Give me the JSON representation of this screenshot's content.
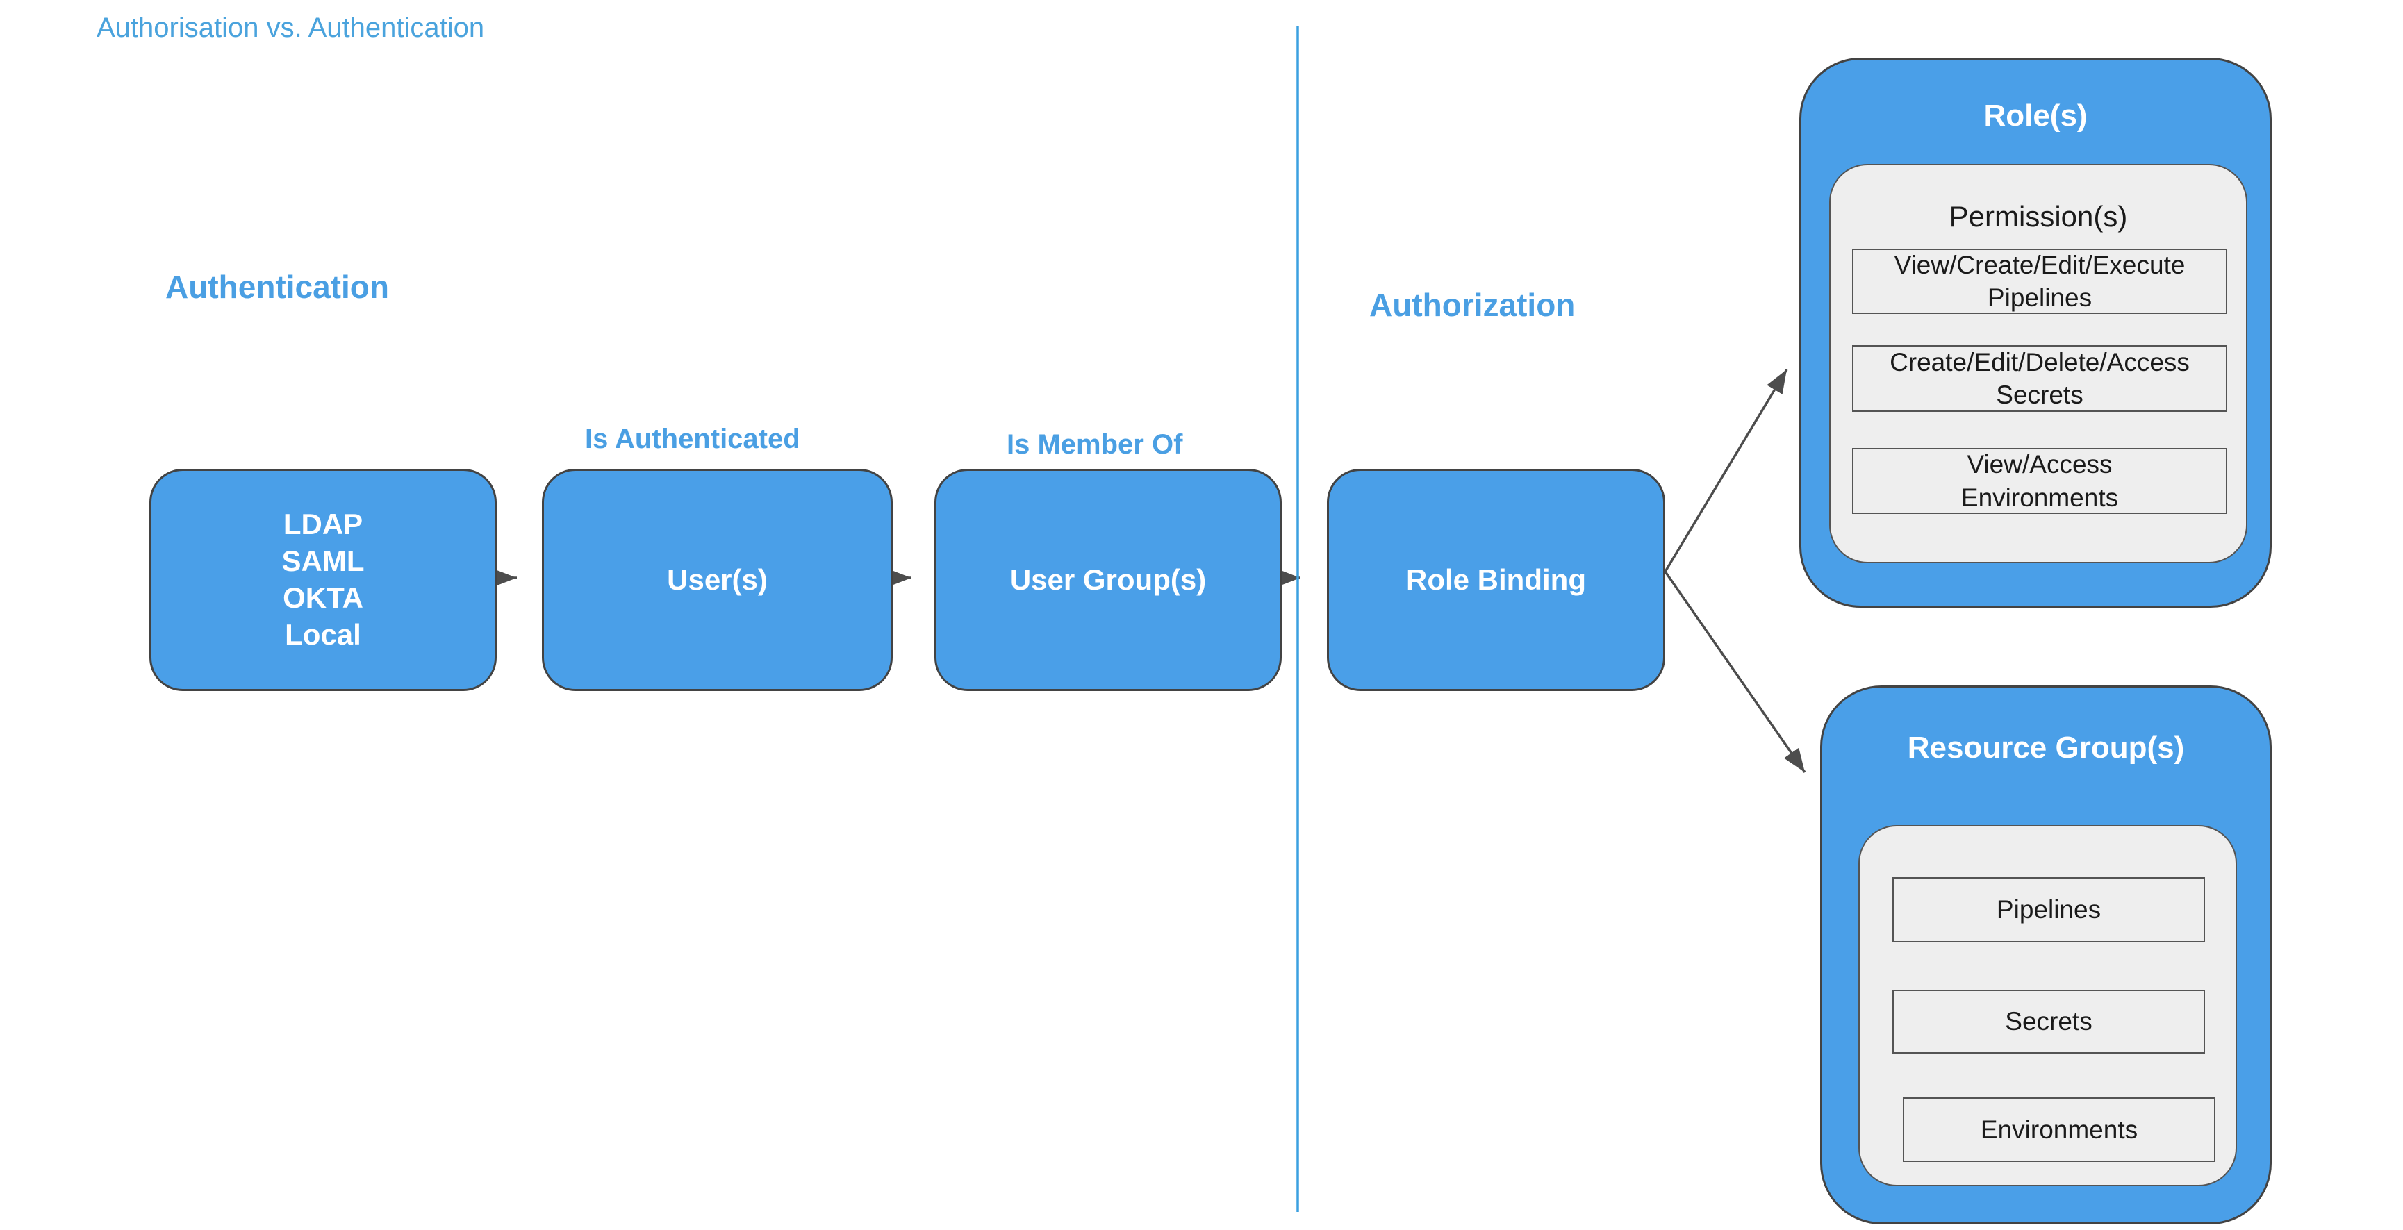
{
  "page": {
    "title": "Authorisation vs. Authentication"
  },
  "sections": {
    "authentication": {
      "heading": "Authentication"
    },
    "authorization": {
      "heading": "Authorization"
    }
  },
  "flow": {
    "edge_labels": {
      "is_authenticated": "Is Authenticated",
      "is_member_of": "Is Member Of"
    },
    "nodes": {
      "identity_providers": {
        "lines": [
          "LDAP",
          "SAML",
          "OKTA",
          "Local"
        ]
      },
      "users": {
        "label": "User(s)"
      },
      "user_groups": {
        "label": "User Group(s)"
      },
      "role_binding": {
        "label": "Role Binding"
      }
    }
  },
  "containers": {
    "roles": {
      "title": "Role(s)",
      "permissions": {
        "title": "Permission(s)",
        "items": [
          [
            "View/Create/Edit/Execute",
            "Pipelines"
          ],
          [
            "Create/Edit/Delete/Access",
            "Secrets"
          ],
          [
            "View/Access",
            "Environments"
          ]
        ]
      }
    },
    "resource_groups": {
      "title": "Resource Group(s)",
      "items": [
        "Pipelines",
        "Secrets",
        "Environments"
      ]
    }
  },
  "colors": {
    "title-blue": "#4aa3dd",
    "heading-blue": "#4a9fe3",
    "node-fill": "#4a9fe8",
    "node-border": "#434343",
    "panel-fill": "#eeeeee",
    "panel-border": "#545454",
    "arrow-gray": "#4d4d4d",
    "divider-blue": "#3ca0e0",
    "text-dark": "#1a1a1a",
    "text-white": "#ffffff"
  }
}
